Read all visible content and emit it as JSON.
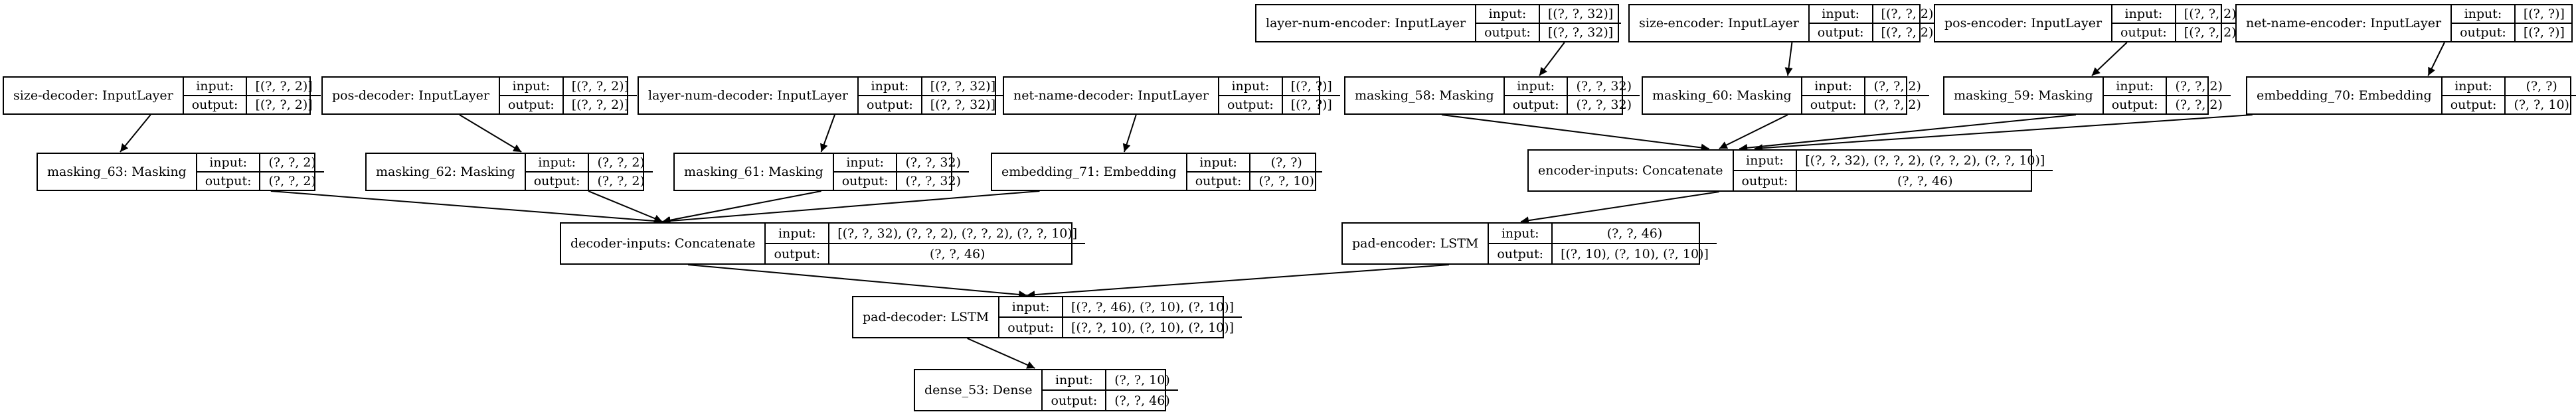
{
  "nodes": [
    {
      "id": "layer_num_encoder",
      "name": "layer-num-encoder: InputLayer",
      "input_label": "input:",
      "output_label": "output:",
      "input": "[(?, ?, 32)]",
      "output": "[(?, ?, 32)]"
    },
    {
      "id": "size_encoder",
      "name": "size-encoder: InputLayer",
      "input_label": "input:",
      "output_label": "output:",
      "input": "[(?, ?, 2)]",
      "output": "[(?, ?, 2)]"
    },
    {
      "id": "pos_encoder",
      "name": "pos-encoder: InputLayer",
      "input_label": "input:",
      "output_label": "output:",
      "input": "[(?, ?, 2)]",
      "output": "[(?, ?, 2)]"
    },
    {
      "id": "net_name_encoder",
      "name": "net-name-encoder: InputLayer",
      "input_label": "input:",
      "output_label": "output:",
      "input": "[(?, ?)]",
      "output": "[(?, ?)]"
    },
    {
      "id": "size_decoder",
      "name": "size-decoder: InputLayer",
      "input_label": "input:",
      "output_label": "output:",
      "input": "[(?, ?, 2)]",
      "output": "[(?, ?, 2)]"
    },
    {
      "id": "pos_decoder",
      "name": "pos-decoder: InputLayer",
      "input_label": "input:",
      "output_label": "output:",
      "input": "[(?, ?, 2)]",
      "output": "[(?, ?, 2)]"
    },
    {
      "id": "layer_num_decoder",
      "name": "layer-num-decoder: InputLayer",
      "input_label": "input:",
      "output_label": "output:",
      "input": "[(?, ?, 32)]",
      "output": "[(?, ?, 32)]"
    },
    {
      "id": "net_name_decoder",
      "name": "net-name-decoder: InputLayer",
      "input_label": "input:",
      "output_label": "output:",
      "input": "[(?, ?)]",
      "output": "[(?, ?)]"
    },
    {
      "id": "masking_58",
      "name": "masking_58: Masking",
      "input_label": "input:",
      "output_label": "output:",
      "input": "(?, ?, 32)",
      "output": "(?, ?, 32)"
    },
    {
      "id": "masking_60",
      "name": "masking_60: Masking",
      "input_label": "input:",
      "output_label": "output:",
      "input": "(?, ?, 2)",
      "output": "(?, ?, 2)"
    },
    {
      "id": "masking_59",
      "name": "masking_59: Masking",
      "input_label": "input:",
      "output_label": "output:",
      "input": "(?, ?, 2)",
      "output": "(?, ?, 2)"
    },
    {
      "id": "embedding_70",
      "name": "embedding_70: Embedding",
      "input_label": "input:",
      "output_label": "output:",
      "input": "(?, ?)",
      "output": "(?, ?, 10)"
    },
    {
      "id": "masking_63",
      "name": "masking_63: Masking",
      "input_label": "input:",
      "output_label": "output:",
      "input": "(?, ?, 2)",
      "output": "(?, ?, 2)"
    },
    {
      "id": "masking_62",
      "name": "masking_62: Masking",
      "input_label": "input:",
      "output_label": "output:",
      "input": "(?, ?, 2)",
      "output": "(?, ?, 2)"
    },
    {
      "id": "masking_61",
      "name": "masking_61: Masking",
      "input_label": "input:",
      "output_label": "output:",
      "input": "(?, ?, 32)",
      "output": "(?, ?, 32)"
    },
    {
      "id": "embedding_71",
      "name": "embedding_71: Embedding",
      "input_label": "input:",
      "output_label": "output:",
      "input": "(?, ?)",
      "output": "(?, ?, 10)"
    },
    {
      "id": "encoder_inputs",
      "name": "encoder-inputs: Concatenate",
      "input_label": "input:",
      "output_label": "output:",
      "input": "[(?, ?, 32), (?, ?, 2), (?, ?, 2), (?, ?, 10)]",
      "output": "(?, ?, 46)"
    },
    {
      "id": "decoder_inputs",
      "name": "decoder-inputs: Concatenate",
      "input_label": "input:",
      "output_label": "output:",
      "input": "[(?, ?, 32), (?, ?, 2), (?, ?, 2), (?, ?, 10)]",
      "output": "(?, ?, 46)"
    },
    {
      "id": "pad_encoder",
      "name": "pad-encoder: LSTM",
      "input_label": "input:",
      "output_label": "output:",
      "input": "(?, ?, 46)",
      "output": "[(?, 10), (?, 10), (?, 10)]"
    },
    {
      "id": "pad_decoder",
      "name": "pad-decoder: LSTM",
      "input_label": "input:",
      "output_label": "output:",
      "input": "[(?, ?, 46), (?, 10), (?, 10)]",
      "output": "[(?, ?, 10), (?, 10), (?, 10)]"
    },
    {
      "id": "dense_53",
      "name": "dense_53: Dense",
      "input_label": "input:",
      "output_label": "output:",
      "input": "(?, ?, 10)",
      "output": "(?, ?, 46)"
    }
  ],
  "edges": [
    [
      "layer_num_encoder",
      "masking_58"
    ],
    [
      "size_encoder",
      "masking_60"
    ],
    [
      "pos_encoder",
      "masking_59"
    ],
    [
      "net_name_encoder",
      "embedding_70"
    ],
    [
      "masking_58",
      "encoder_inputs"
    ],
    [
      "masking_60",
      "encoder_inputs"
    ],
    [
      "masking_59",
      "encoder_inputs"
    ],
    [
      "embedding_70",
      "encoder_inputs"
    ],
    [
      "encoder_inputs",
      "pad_encoder"
    ],
    [
      "size_decoder",
      "masking_63"
    ],
    [
      "pos_decoder",
      "masking_62"
    ],
    [
      "layer_num_decoder",
      "masking_61"
    ],
    [
      "net_name_decoder",
      "embedding_71"
    ],
    [
      "masking_63",
      "decoder_inputs"
    ],
    [
      "masking_62",
      "decoder_inputs"
    ],
    [
      "masking_61",
      "decoder_inputs"
    ],
    [
      "embedding_71",
      "decoder_inputs"
    ],
    [
      "decoder_inputs",
      "pad_decoder"
    ],
    [
      "pad_encoder",
      "pad_decoder"
    ],
    [
      "pad_decoder",
      "dense_53"
    ]
  ]
}
